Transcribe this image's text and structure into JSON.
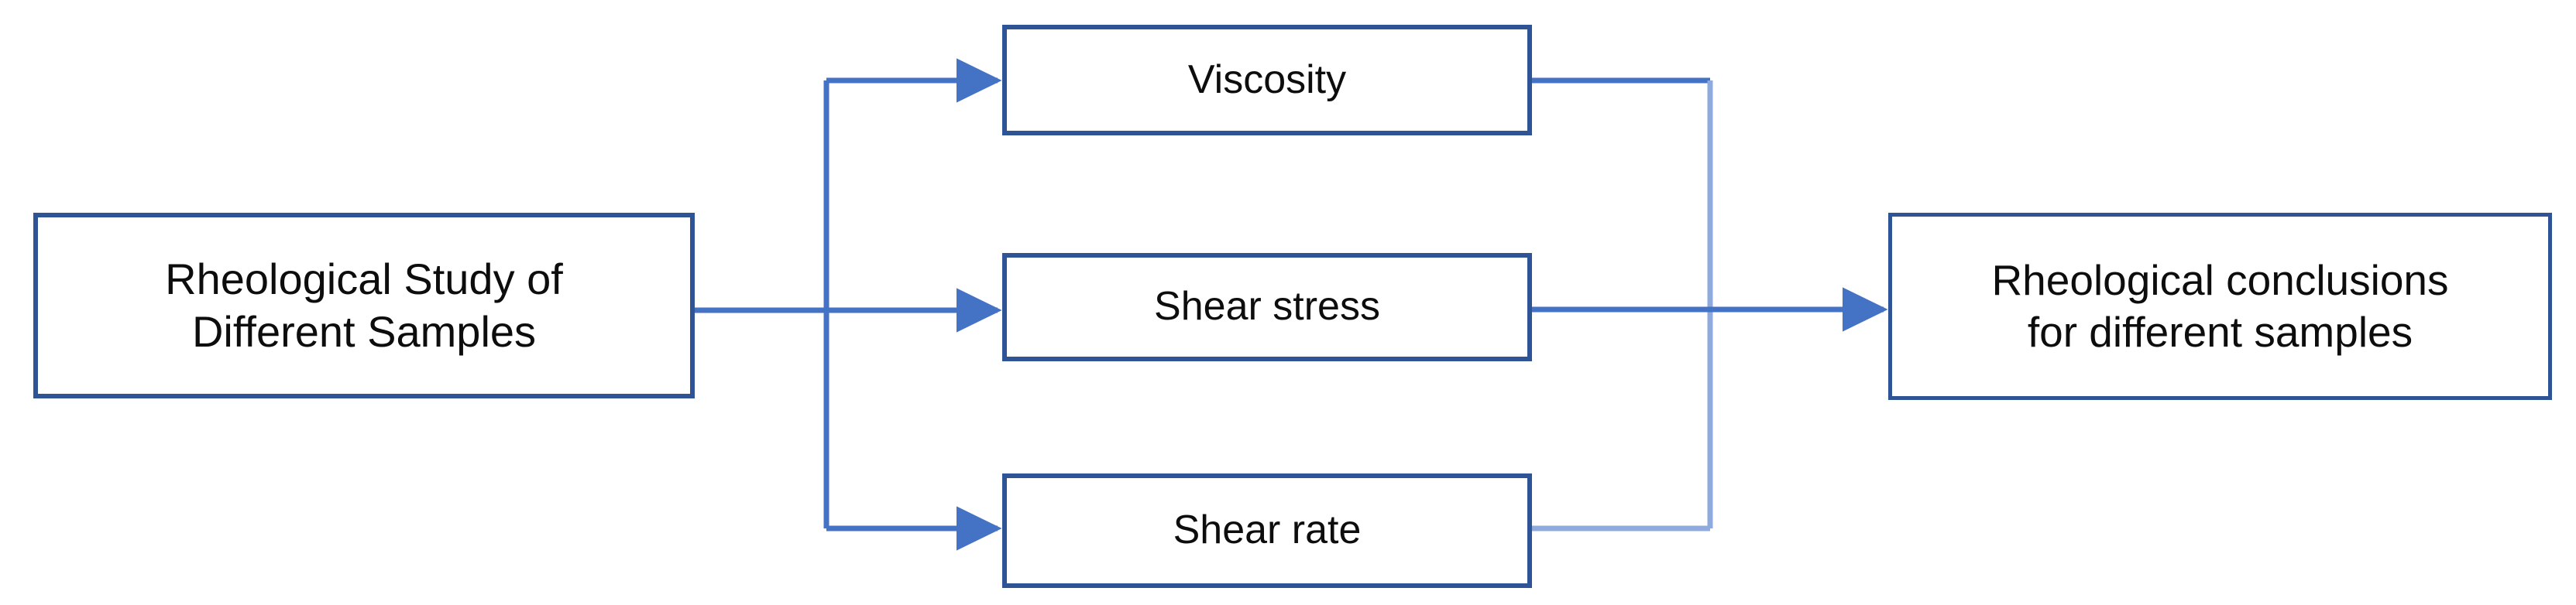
{
  "diagram": {
    "type": "flowchart",
    "orientation": "left-to-right",
    "background_color": "#FFFFFF",
    "colors": {
      "node_border": "#2F5496",
      "node_fill": "#FFFFFF",
      "text": "#0D0D0D",
      "connector_primary": "#4472C4",
      "connector_secondary": "#8FAADC"
    },
    "nodes": [
      {
        "id": "start",
        "label": "Rheological Study of\nDifferent Samples",
        "role": "input",
        "column": "left"
      },
      {
        "id": "viscosity",
        "label": "Viscosity",
        "role": "measurement",
        "column": "middle"
      },
      {
        "id": "shear-stress",
        "label": "Shear stress",
        "role": "measurement",
        "column": "middle"
      },
      {
        "id": "shear-rate",
        "label": "Shear rate",
        "role": "measurement",
        "column": "middle"
      },
      {
        "id": "end",
        "label": "Rheological conclusions\nfor different samples",
        "role": "output",
        "column": "right"
      }
    ],
    "edges": [
      {
        "from": "start",
        "to": "viscosity",
        "style": "orthogonal",
        "arrowhead": true
      },
      {
        "from": "start",
        "to": "shear-stress",
        "style": "straight",
        "arrowhead": true
      },
      {
        "from": "start",
        "to": "shear-rate",
        "style": "orthogonal",
        "arrowhead": true
      },
      {
        "from": "viscosity",
        "to": "end",
        "style": "orthogonal",
        "arrowhead": false
      },
      {
        "from": "shear-stress",
        "to": "end",
        "style": "straight",
        "arrowhead": true
      },
      {
        "from": "shear-rate",
        "to": "end",
        "style": "orthogonal",
        "arrowhead": false
      }
    ]
  }
}
